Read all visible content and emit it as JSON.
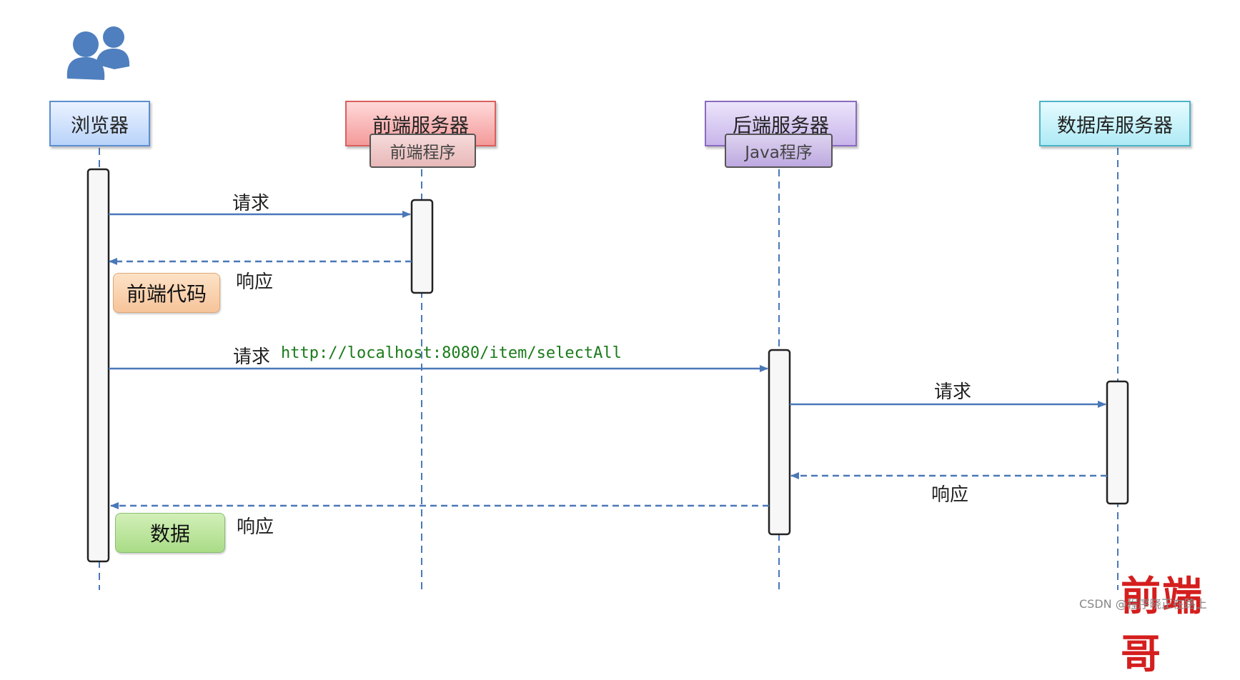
{
  "actors": {
    "browser": "浏览器",
    "frontend_server": "前端服务器",
    "frontend_program": "前端程序",
    "backend_server": "后端服务器",
    "backend_program": "Java程序",
    "database_server": "数据库服务器"
  },
  "messages": {
    "request_1": "请求",
    "response_1": "响应",
    "request_2": "请求",
    "request_2_url": "http://localhost:8080/item/selectAll",
    "request_3": "请求",
    "response_3": "响应",
    "response_2": "响应"
  },
  "notes": {
    "frontend_code": "前端代码",
    "data": "数据"
  },
  "watermark": {
    "logo": "前端哥",
    "text": "CSDN @程序晓正在路上"
  },
  "colors": {
    "arrow": "#4a78b8",
    "lifeline": "#4a78b8",
    "users_icon": "#4f7fbf"
  },
  "icons": {
    "top_left": "users-icon"
  }
}
